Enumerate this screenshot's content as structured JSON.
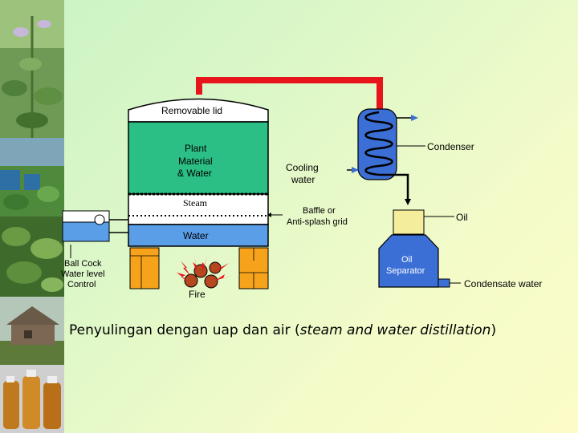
{
  "diagram": {
    "labels": {
      "removable_lid": "Removable lid",
      "plant_1": "Plant",
      "plant_2": "Material",
      "plant_3": "& Water",
      "steam": "Steam",
      "water": "Water",
      "fire": "Fire",
      "cooling_1": "Cooling",
      "cooling_2": "water",
      "condenser": "Condenser",
      "baffle_1": "Baffle or",
      "baffle_2": "Anti-splash grid",
      "oil": "Oil",
      "sep_1": "Oil",
      "sep_2": "Separator",
      "condensate": "Condensate water",
      "ball_1": "Ball Cock",
      "ball_2": "Water level",
      "ball_3": "Control"
    },
    "colors": {
      "plant": "#2bbf85",
      "water": "#5a9ee8",
      "condenser": "#3b6fd6",
      "pipe": "#e8141c",
      "fire": "#e8141c",
      "wood": "#b5481e",
      "brick": "#f7a21b",
      "oil": "#f4ee9c"
    }
  },
  "caption": {
    "main": "Penyulingan dengan uap dan air (",
    "italic": "steam and water distillation",
    "end": ")"
  },
  "photos": {
    "icons": [
      "basil-plant-photo",
      "greenhouse-photo",
      "basil-leaves-photo",
      "hut-photo",
      "oil-bottles-photo"
    ]
  }
}
